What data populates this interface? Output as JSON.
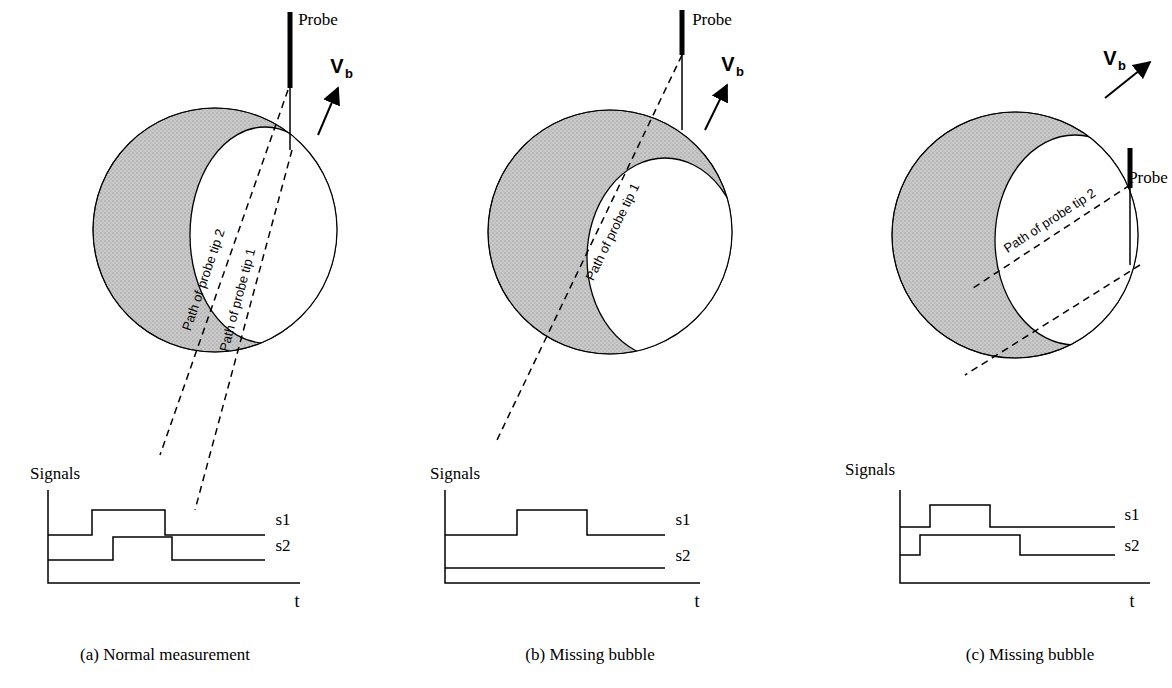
{
  "diagram": {
    "labels": [
      "Probe",
      "V",
      "b",
      "Path of probe tip 2",
      "Path of probe tip 1",
      "Signals",
      "s1",
      "s2",
      "t",
      "(a) Normal measurement",
      "Probe",
      "V",
      "b",
      "Path of probe tip 1",
      "Signals",
      "s1",
      "s2",
      "t",
      "(b) Missing bubble",
      "V",
      "b",
      "Probe",
      "Path of probe tip 2",
      "Signals",
      "s1",
      "s2",
      "t",
      "(c) Missing bubble"
    ]
  }
}
